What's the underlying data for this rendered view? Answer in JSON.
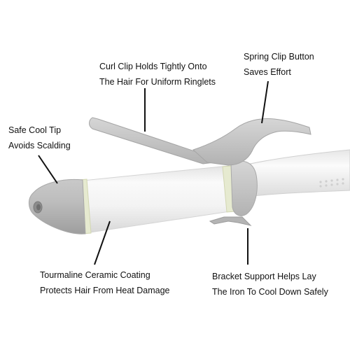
{
  "callouts": {
    "curl_clip": {
      "line1": "Curl Clip Holds Tightly Onto",
      "line2": "The Hair For Uniform Ringlets"
    },
    "spring_clip": {
      "line1": "Spring Clip Button",
      "line2": "Saves Effort"
    },
    "safe_tip": {
      "line1": "Safe Cool Tip",
      "line2": "Avoids Scalding"
    },
    "tourmaline": {
      "line1": "Tourmaline Ceramic Coating",
      "line2": "Protects Hair From Heat Damage"
    },
    "bracket": {
      "line1": "Bracket Support Helps Lay",
      "line2": "The Iron To Cool Down Safely"
    }
  },
  "colors": {
    "body": "#f4f4f4",
    "tip": "#bcbcbc",
    "clip": "#c8c8c8",
    "ring": "#e4e8c8",
    "leader": "#111111"
  }
}
